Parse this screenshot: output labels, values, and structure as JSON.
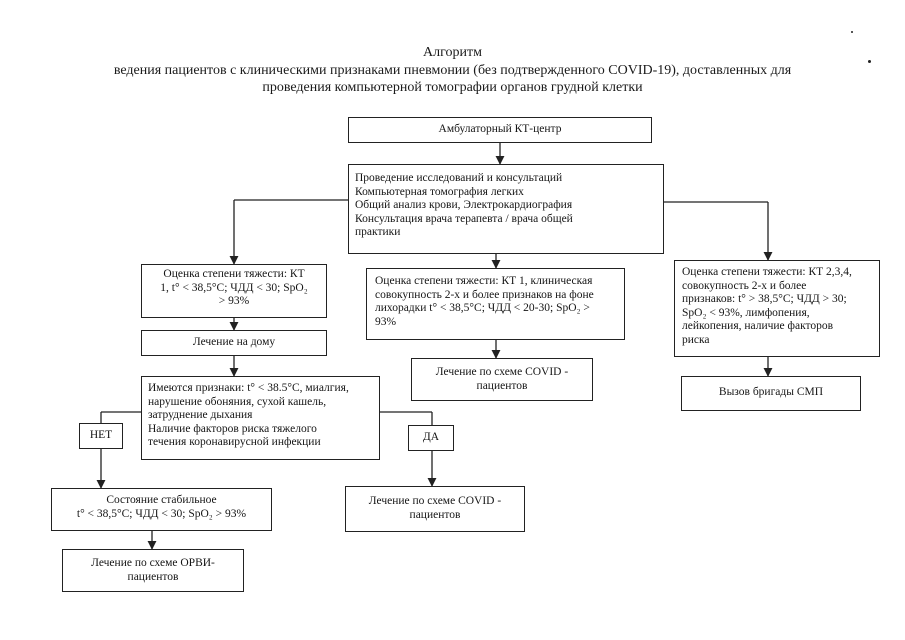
{
  "title": {
    "line1": "Алгоритм",
    "line2": "ведения пациентов с клиническими признаками пневмонии (без подтвержденного COVID-19), доставленных для",
    "line3": "проведения компьютерной томографии органов грудной клетки"
  },
  "nodes": {
    "ambulatory": "Амбулаторный КТ-центр",
    "exams": {
      "l1": "Проведение исследований и консультаций",
      "l2": "Компьютерная томография легких",
      "l3": "Общий анализ крови, Электрокардиография",
      "l4": "Консультация врача терапевта / врача общей",
      "l5": "практики"
    },
    "severity_kt1_left": {
      "l1": "Оценка степени тяжести: КТ",
      "l2": "1, t° < 38,5°C; ЧДД < 30; SpO₂",
      "l3": "> 93%"
    },
    "home": "Лечение на дому",
    "signs": {
      "l1": "Имеются признаки: t° < 38.5°C, миалгия,",
      "l2": "нарушение обоняния, сухой кашель,",
      "l3": "затруднение дыхания",
      "l4": "Наличие факторов риска тяжелого",
      "l5": "течения коронавирусной инфекции"
    },
    "no": "НЕТ",
    "yes": "ДА",
    "stable": {
      "l1": "Состояние стабильное",
      "l2": "t° < 38,5°C; ЧДД < 30; SpO₂ > 93%"
    },
    "orvi": {
      "l1": "Лечение по схеме ОРВИ-",
      "l2": "пациентов"
    },
    "covid_bottom": {
      "l1": "Лечение по схеме COVID -",
      "l2": "пациентов"
    },
    "severity_kt1_mid": {
      "l1": "Оценка степени тяжести: КТ 1, клиническая",
      "l2": "совокупность 2-х и более признаков на фоне",
      "l3": "лихорадки t° < 38,5°C; ЧДД < 20-30; SpO₂ >",
      "l4": "93%"
    },
    "covid_mid": {
      "l1": "Лечение по схеме COVID -",
      "l2": "пациентов"
    },
    "severity_kt234": {
      "l1": "Оценка степени тяжести: КТ 2,3,4,",
      "l2": "совокупность 2-х и более",
      "l3": "признаков: t° > 38,5°C; ЧДД > 30;",
      "l4": "SpO₂ < 93%, лимфопения,",
      "l5": "лейкопения, наличие факторов",
      "l6": "риска"
    },
    "ambulance": "Вызов бригады СМП"
  }
}
